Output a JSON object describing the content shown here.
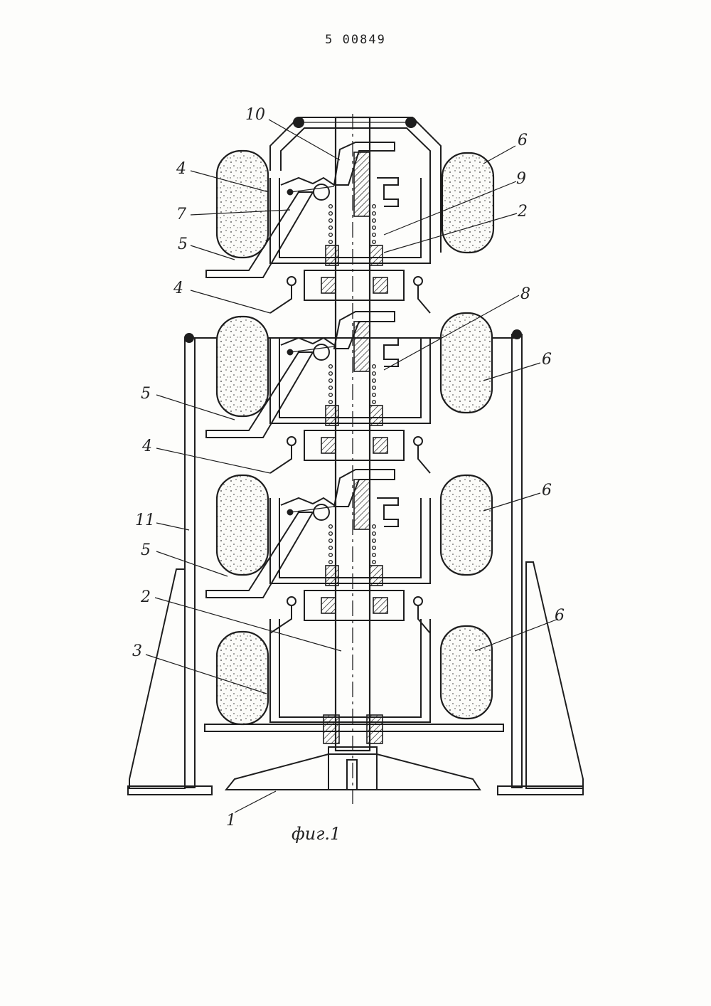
{
  "document": {
    "header_number": "5 00849",
    "figure_caption": "фиг.1"
  },
  "labels": {
    "l1": "1",
    "l2a": "2",
    "l2b": "2",
    "l3": "3",
    "l4a": "4",
    "l4b": "4",
    "l4c": "4",
    "l5a": "5",
    "l5b": "5",
    "l5c": "5",
    "l6a": "6",
    "l6b": "6",
    "l6c": "6",
    "l6d": "6",
    "l7": "7",
    "l8": "8",
    "l9": "9",
    "l10": "10",
    "l11": "11"
  }
}
